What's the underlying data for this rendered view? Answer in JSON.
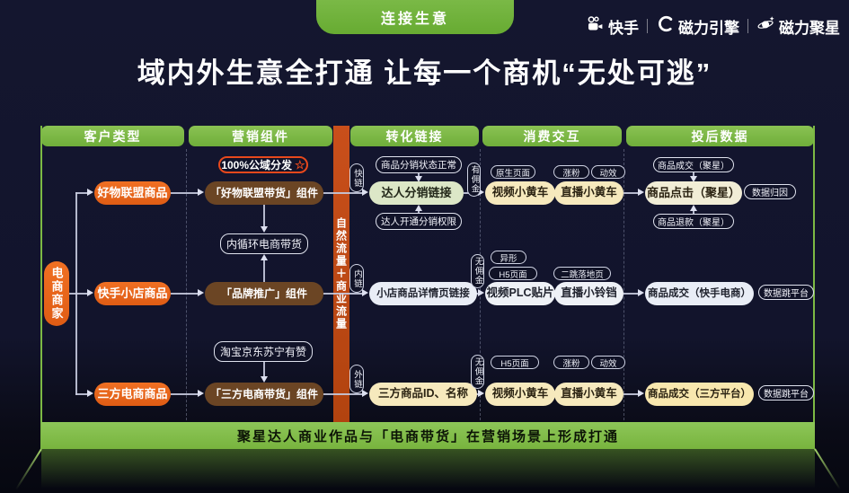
{
  "header": {
    "badge": "连接生意",
    "brands": [
      {
        "icon": "kuaishou-icon",
        "label": "快手"
      },
      {
        "icon": "magnetic-engine-icon",
        "label": "磁力引擎"
      },
      {
        "icon": "magnetic-star-icon",
        "label": "磁力聚星"
      }
    ],
    "title": "域内外生意全打通  让每一个商机“无处可逃”"
  },
  "table": {
    "columns": [
      "客户类型",
      "营销组件",
      "转化链接",
      "消费交互",
      "投后数据"
    ],
    "merchant": "电商商家",
    "traffic_bar": "自然流量＋商业流量",
    "marketing": {
      "distribution_badge": "100%公域分发",
      "distribution_star": "☆",
      "inner_loop": "内循环电商带货",
      "third_party_platforms": "淘宝京东苏宁有赞"
    },
    "rows": [
      {
        "product": "好物联盟商品",
        "component": "「好物联盟带货」组件",
        "link_type": "快链",
        "conversion_top": "商品分销状态正常",
        "conversion": "达人分销链接",
        "conversion_bottom": "达人开通分销权限",
        "commission": "有佣金",
        "interaction_tags": [
          "原生页面",
          "涨粉",
          "动效"
        ],
        "touchpoints": [
          "视频小黄车",
          "直播小黄车"
        ],
        "post_top": "商品成交（聚星）",
        "post_data": "商品点击（聚星）",
        "post_bottom": "商品退款（聚星）",
        "post_side": "数据归因"
      },
      {
        "product": "快手小店商品",
        "component": "「品牌推广」组件",
        "link_type": "内链",
        "conversion": "小店商品详情页链接",
        "commission": "无佣金",
        "interaction_tags": [
          "异形",
          "H5页面",
          "二跳落地页"
        ],
        "touchpoints": [
          "视频PLC贴片",
          "直播小铃铛"
        ],
        "post_data": "商品成交（快手电商）",
        "post_side": "数据跳平台"
      },
      {
        "product": "三方电商商品",
        "component": "「三方电商带货」组件",
        "link_type": "外链",
        "conversion": "三方商品ID、名称",
        "commission": "无佣金",
        "interaction_tags": [
          "H5页面",
          "涨粉",
          "动效"
        ],
        "touchpoints": [
          "视频小黄车",
          "直播小黄车"
        ],
        "post_data": "商品成交（三方平台）",
        "post_side": "数据跳平台"
      }
    ]
  },
  "footer": {
    "banner": "聚星达人商业作品与「电商带货」在营销场景上形成打通"
  },
  "colors": {
    "background": "#12142c",
    "green": "#7cb944",
    "orange": "#e8671d",
    "deep_orange": "#bf4a1a",
    "brown": "#6b4524",
    "cream": "#f6e9bd",
    "light_green": "#dce7c7",
    "light_blue": "#e9edf6",
    "red_accent": "#e8481c"
  }
}
